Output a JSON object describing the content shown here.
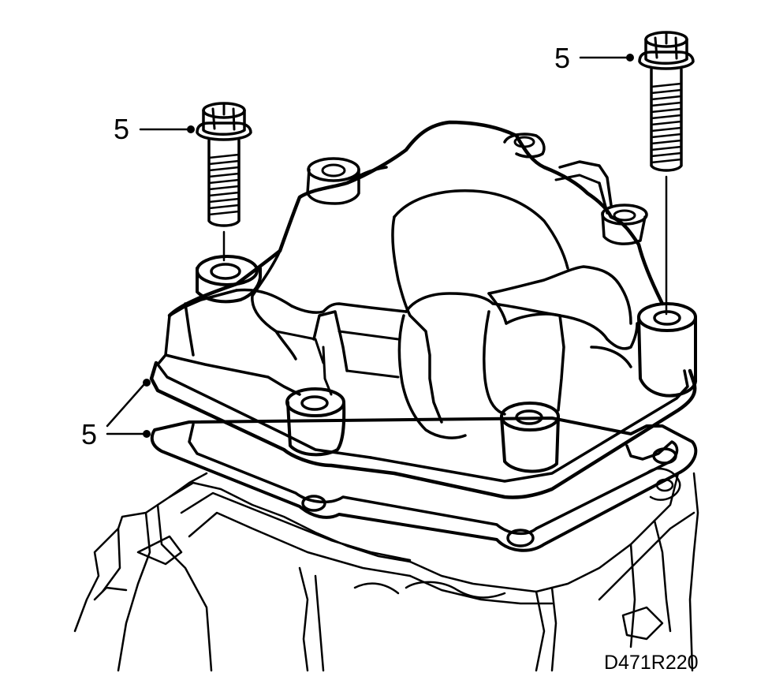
{
  "figure": {
    "reference_code": "D471R220",
    "callouts": [
      {
        "id": "bolt-left",
        "label": "5"
      },
      {
        "id": "bolt-right",
        "label": "5"
      },
      {
        "id": "gasket",
        "label": "5"
      }
    ]
  }
}
